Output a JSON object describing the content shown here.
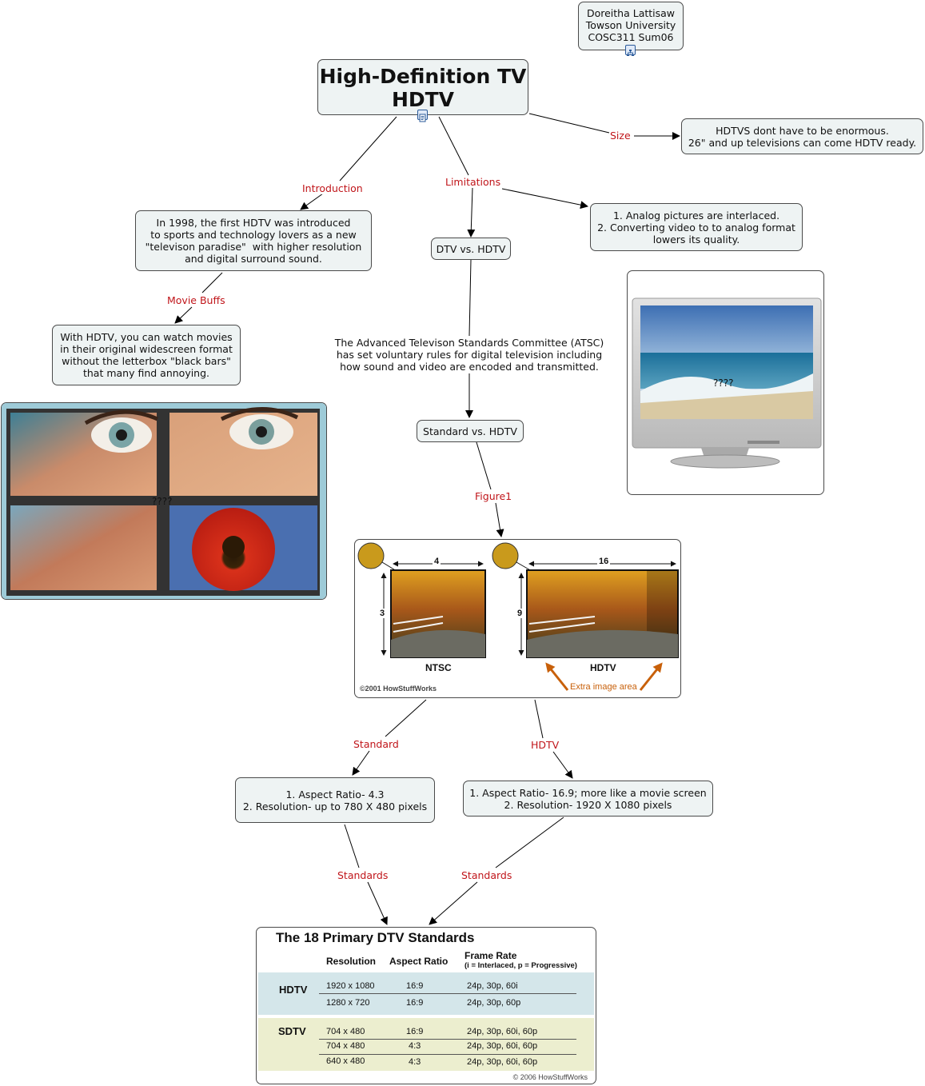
{
  "author_note": {
    "lines": [
      "Doreitha Lattisaw",
      "Towson University",
      "COSC311 Sum06"
    ]
  },
  "main_topic": {
    "lines": [
      "High-Definition TV",
      "HDTV"
    ]
  },
  "nodes": {
    "size_info": [
      "HDTVS dont have to be enormous.",
      "26\" and up televisions can come HDTV ready."
    ],
    "introduction_info": [
      "In 1998, the first HDTV was introduced",
      "to sports and technology lovers as a new",
      "\"televison paradise\"  with higher resolution",
      "and digital surround sound."
    ],
    "movie_info": [
      "With HDTV, you can watch movies",
      "in their original widescreen format",
      "without the letterbox \"black bars\"",
      "that many find annoying."
    ],
    "limitations_info": [
      "1. Analog pictures are interlaced.",
      "2. Converting video to to analog format",
      "lowers its quality."
    ],
    "dtv_vs_hdtv": [
      "DTV vs. HDTV"
    ],
    "atsc_info": [
      "The Advanced Televison Standards Committee (ATSC)",
      "has set voluntary rules for digital television including",
      "how sound and video are encoded and transmitted."
    ],
    "standard_vs_hdtv": [
      "Standard vs. HDTV"
    ],
    "standard_specs": [
      "1. Aspect Ratio- 4.3",
      "2. Resolution- up to 780 X 480 pixels"
    ],
    "hdtv_specs": [
      "1. Aspect Ratio- 16.9; more like a movie screen",
      "2. Resolution- 1920 X 1080 pixels"
    ]
  },
  "link_labels": {
    "size": "Size",
    "introduction": "Introduction",
    "limitations": "Limitations",
    "movie_buffs": "Movie Buffs",
    "figure1": "Figure1",
    "standard": "Standard",
    "hdtv": "HDTV",
    "standards_left": "Standards",
    "standards_right": "Standards"
  },
  "image_placeholders": {
    "collage": "????",
    "tv": "????"
  },
  "figure1": {
    "ntsc_width": "4",
    "ntsc_height": "3",
    "ntsc_label": "NTSC",
    "hdtv_width": "16",
    "hdtv_height": "9",
    "hdtv_label": "HDTV",
    "extra_area": "Extra image area",
    "credit": "©2001 HowStuffWorks"
  },
  "dtv_table": {
    "title": "The 18 Primary DTV Standards",
    "headers": {
      "resolution": "Resolution",
      "aspect": "Aspect Ratio",
      "frame_rate": "Frame Rate",
      "frame_note": "(i = Interlaced,  p = Progressive)"
    },
    "groups": [
      {
        "name": "HDTV",
        "rows": [
          {
            "res": "1920 x 1080",
            "aspect": "16:9",
            "rate": "24p,  30p,  60i"
          },
          {
            "res": "1280 x 720",
            "aspect": "16:9",
            "rate": "24p,  30p,  60p"
          }
        ]
      },
      {
        "name": "SDTV",
        "rows": [
          {
            "res": "704 x 480",
            "aspect": "16:9",
            "rate": "24p, 30p, 60i, 60p"
          },
          {
            "res": "704 x 480",
            "aspect": "4:3",
            "rate": "24p, 30p, 60i, 60p"
          },
          {
            "res": "640 x 480",
            "aspect": "4:3",
            "rate": "24p, 30p, 60i, 60p"
          }
        ]
      }
    ],
    "credit": "© 2006 HowStuffWorks"
  },
  "colors": {
    "node_fill": "#eef3f3",
    "link_label": "#c0151a",
    "hdtv_band": "#d4e6ea",
    "sdtv_band": "#eceecf",
    "extra_area": "#c8600a"
  }
}
